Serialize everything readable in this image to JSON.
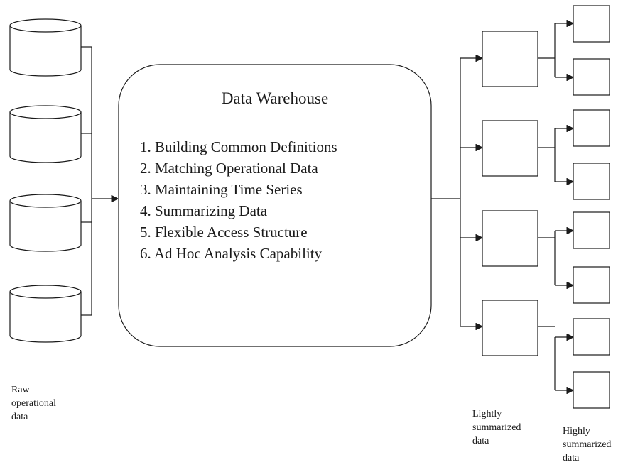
{
  "warehouse": {
    "title": "Data Warehouse",
    "functions": [
      "1. Building Common Definitions",
      "2. Matching Operational Data",
      "3. Maintaining Time Series",
      "4. Summarizing Data",
      "5. Flexible Access Structure",
      "6. Ad Hoc Analysis Capability"
    ]
  },
  "labels": {
    "raw": [
      "Raw",
      "operational",
      "data"
    ],
    "lightly": [
      "Lightly",
      "summarized",
      "data"
    ],
    "highly": [
      "Highly",
      "summarized",
      "data"
    ]
  },
  "structure": {
    "raw_database_count": 4,
    "lightly_summarized_box_count": 4,
    "highly_summarized_boxes_per_light_box": 2
  }
}
